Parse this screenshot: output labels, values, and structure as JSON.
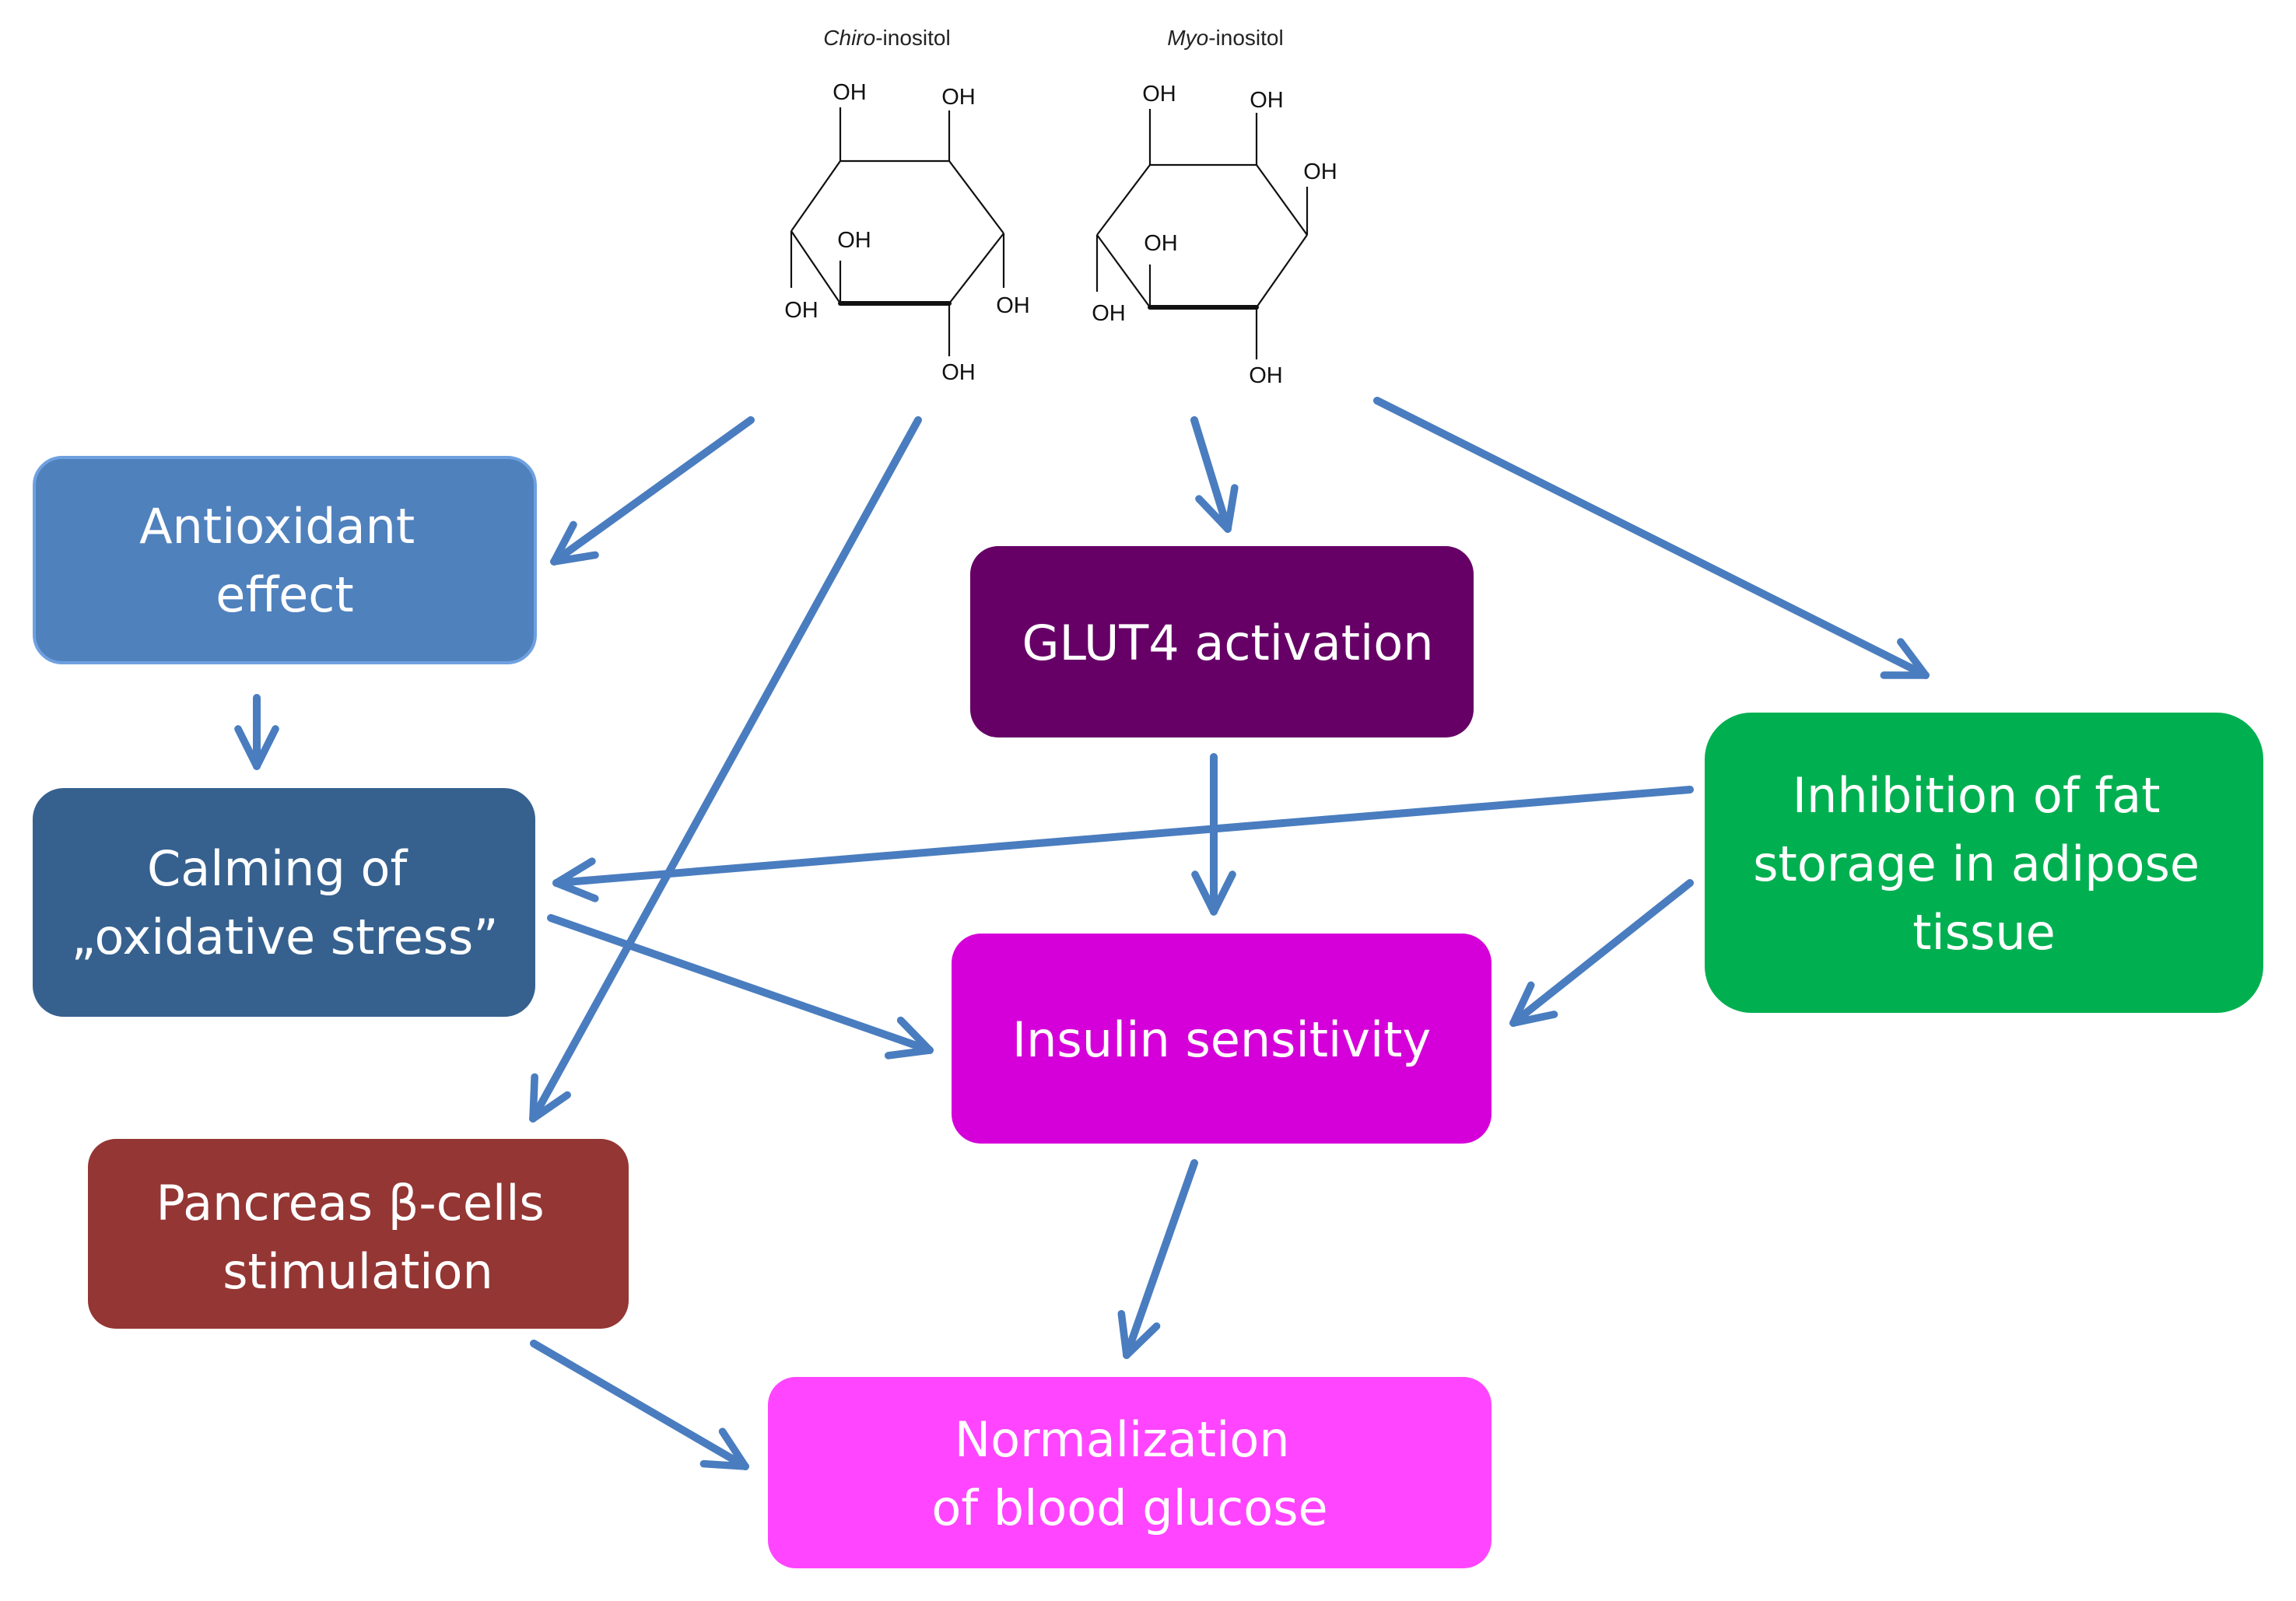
{
  "molecules": {
    "chiro": {
      "prefix": "Chiro",
      "suffix": "-inositol",
      "group": "OH"
    },
    "myo": {
      "prefix": "Myo",
      "suffix": "-inositol",
      "group": "OH"
    }
  },
  "boxes": {
    "antioxidant": {
      "lines": [
        "Antioxidant",
        "effect"
      ],
      "color": "#4f81bd",
      "text_color": "#e6d5ee"
    },
    "calming": {
      "lines": [
        "Calming of",
        "„oxidative stress”"
      ],
      "color": "#36618f",
      "text_color": "#ecd8ec"
    },
    "pancreas": {
      "lines": [
        "Pancreas β-cells",
        "stimulation"
      ],
      "color": "#943634",
      "text_color": "#f2dcea"
    },
    "glut4": {
      "lines": [
        "GLUT4 activation"
      ],
      "color": "#660066",
      "text_color": "#f0d8f0"
    },
    "insulin": {
      "lines": [
        "Insulin sensitivity"
      ],
      "color": "#d500d9",
      "text_color": "#f5d8f5"
    },
    "fat": {
      "lines": [
        "Inhibition of fat",
        "storage in adipose",
        "tissue"
      ],
      "color": "#00b050",
      "text_color": "#e4ecdc"
    },
    "glucose": {
      "lines": [
        "Normalization",
        "of blood glucose"
      ],
      "color": "#ff45ff",
      "text_color": "#fbd4fb"
    }
  },
  "arrow_color": "#4a7dbf"
}
